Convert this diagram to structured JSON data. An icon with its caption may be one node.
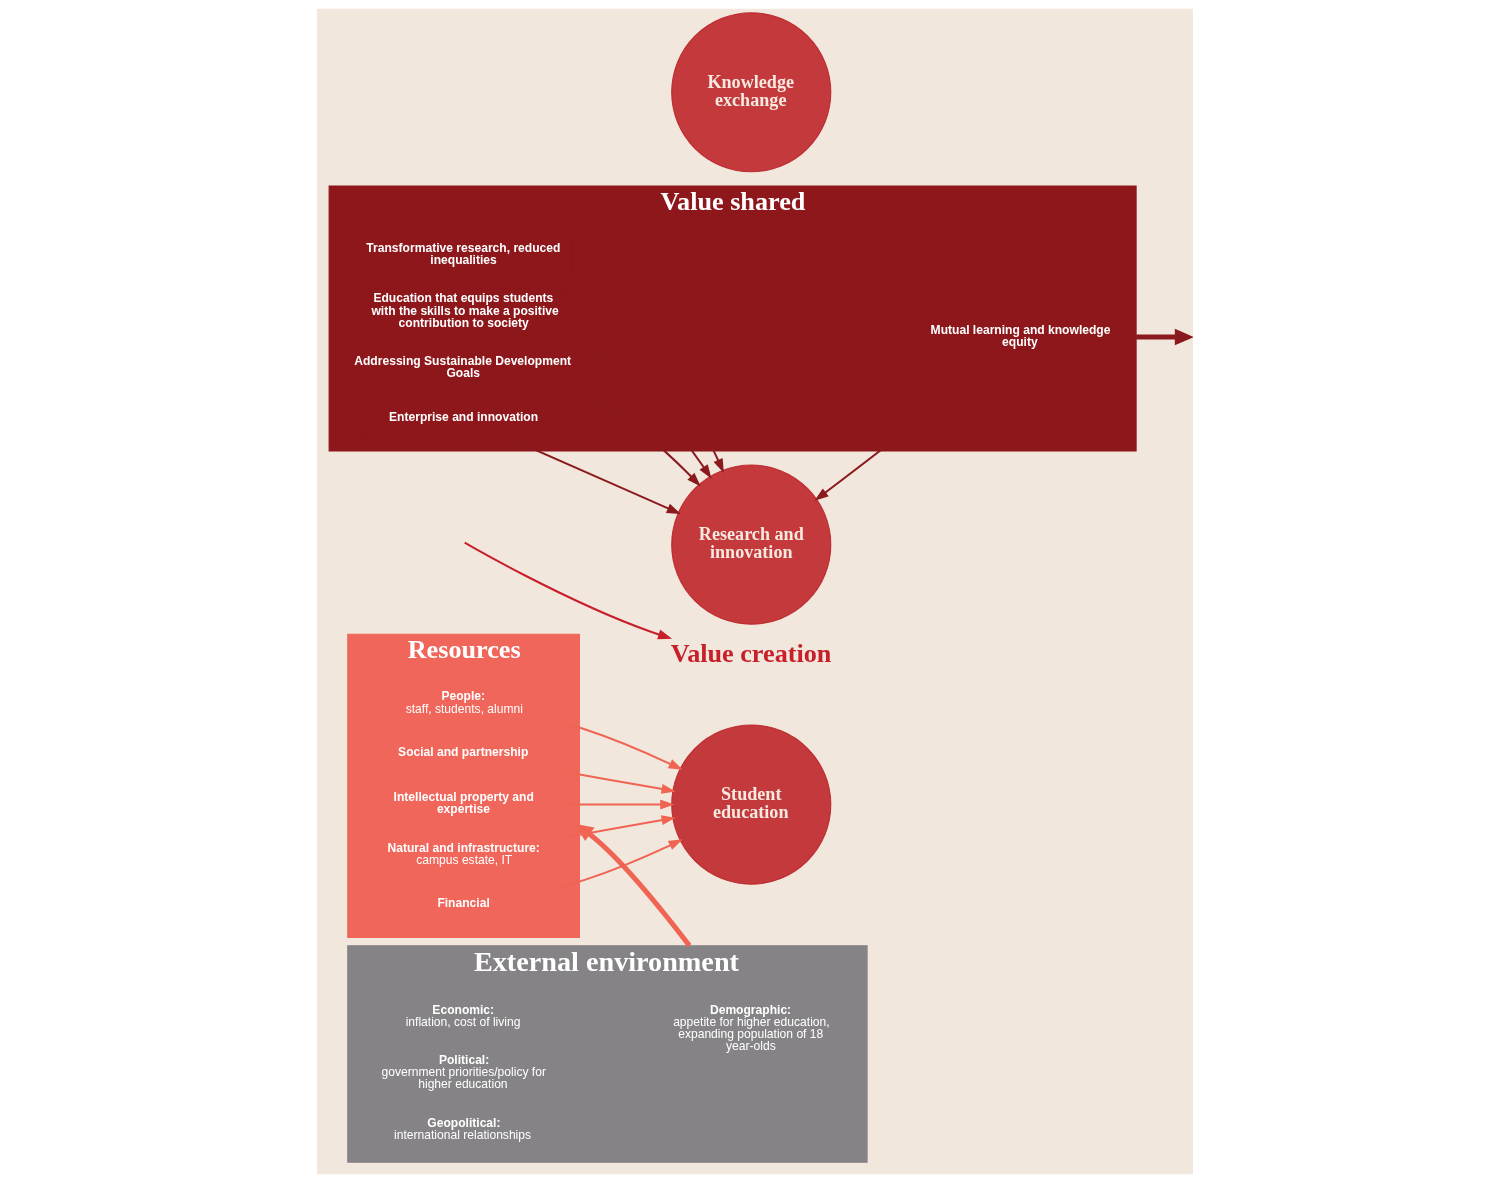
{
  "diagram": {
    "nodes": [
      {
        "text": [
          "Resources"
        ]
      },
      {
        "text": [
          "People:",
          "staff, students, alumni"
        ],
        "in": 0
      },
      {
        "text": [
          "Social and partnership"
        ],
        "in": 0
      },
      {
        "text": [
          "Intellectual property and expertise"
        ],
        "in": 0
      },
      {
        "text": [
          "Natural and infrastructure:",
          "campus estate, IT"
        ],
        "in": 0
      },
      {
        "text": [
          "Financial"
        ],
        "in": 0
      },
      {
        "text": [
          "Value creation"
        ]
      },
      {
        "text": [
          "Student education"
        ]
      },
      {
        "text": [
          "Research and innovation"
        ]
      },
      {
        "text": [
          "Knowledge exchange"
        ]
      },
      {
        "text": [
          "Value shared"
        ]
      },
      {
        "text": [
          "Transformative research, reduced inequalities"
        ],
        "in": 10
      },
      {
        "text": [
          "Education that equips students with the skills to make a positive contribution to society"
        ],
        "in": 10
      },
      {
        "text": [
          "Mutual learning and knowledge equity"
        ],
        "in": 10
      },
      {
        "text": [
          "Addressing Sustainable Development Goals"
        ],
        "in": 10
      },
      {
        "text": [
          "Enterprise and innovation"
        ],
        "in": 10
      },
      {
        "text": [
          "External environment"
        ]
      },
      {
        "text": [
          "Economic:",
          "inflation, cost of living"
        ],
        "in": 16
      },
      {
        "text": [
          "Political:",
          "government priorities/policy for higher education"
        ],
        "in": 16
      },
      {
        "text": [
          "Demographic:",
          "appetite for higher education, expanding population of 18 year-olds"
        ],
        "in": 16
      },
      {
        "text": [
          "Geopolitical:",
          "international relationships"
        ],
        "in": 16
      }
    ],
    "edges": [
      {
        "from": 1,
        "to": 7,
        "arrow": "to",
        "color": "#ef6453"
      },
      {
        "from": 2,
        "to": 7,
        "arrow": "to",
        "color": "#ef6453"
      },
      {
        "from": 3,
        "to": 7,
        "arrow": "to",
        "color": "#ef6453"
      },
      {
        "from": 4,
        "to": 7,
        "arrow": "to",
        "color": "#ef6453"
      },
      {
        "from": 5,
        "to": 7,
        "arrow": "to",
        "color": "#ef6453"
      },
      {
        "from": null,
        "to": 6,
        "arrow": "to",
        "color": "#c8202b"
      },
      {
        "from": 11,
        "to": 8,
        "arrow": "to",
        "color": "#8b1a1e"
      },
      {
        "from": 12,
        "to": 8,
        "arrow": "to",
        "color": "#8b1a1e"
      },
      {
        "from": 13,
        "to": 8,
        "arrow": "to",
        "color": "#8b1a1e"
      },
      {
        "from": 14,
        "to": 8,
        "arrow": "to",
        "color": "#8b1a1e"
      },
      {
        "from": 15,
        "to": 8,
        "arrow": "to",
        "color": "#8b1a1e"
      },
      {
        "from": 10,
        "to": null,
        "arrow": "to",
        "style": "thick",
        "color": "#8b1a1e"
      },
      {
        "from": 16,
        "to": 0,
        "arrow": "to",
        "style": "thick",
        "color": "#ef6453"
      }
    ]
  }
}
